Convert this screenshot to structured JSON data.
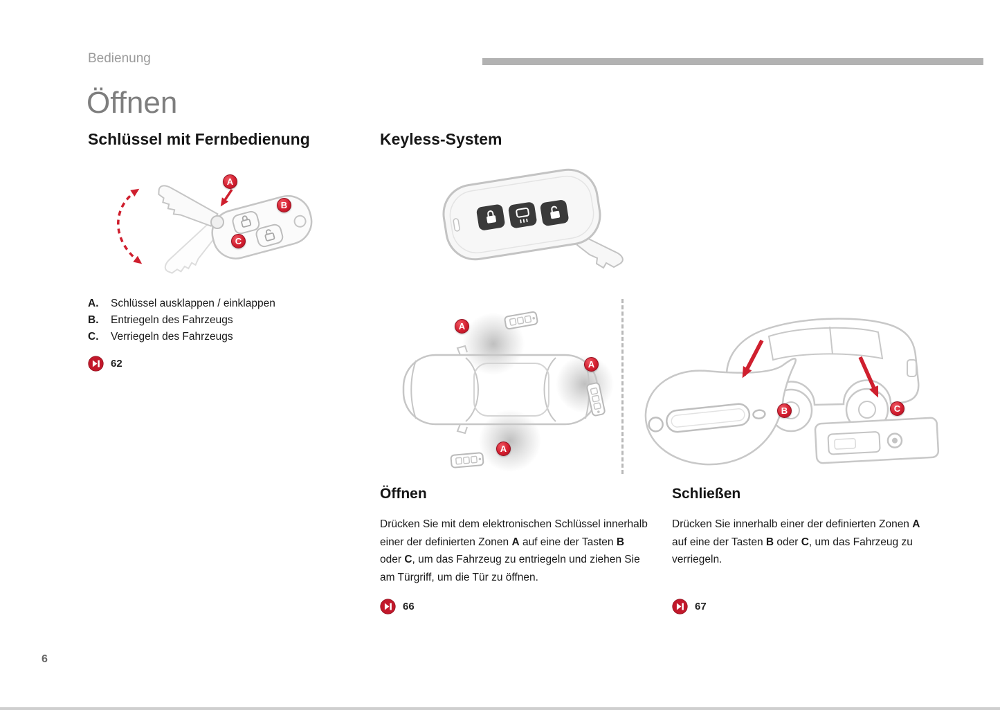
{
  "page": {
    "header": "Bedienung",
    "title": "Öffnen",
    "number": "6"
  },
  "left": {
    "heading": "Schlüssel mit Fernbedienung",
    "items": [
      {
        "letter": "A.",
        "text": "Schlüssel ausklappen / einklappen"
      },
      {
        "letter": "B.",
        "text": "Entriegeln des Fahrzeugs"
      },
      {
        "letter": "C.",
        "text": "Verriegeln des Fahrzeugs"
      }
    ],
    "page_ref": "62"
  },
  "right": {
    "heading": "Keyless-System",
    "open": {
      "heading": "Öffnen",
      "segments": [
        {
          "text": "Drücken Sie mit dem elektronischen Schlüssel innerhalb einer der definierten Zonen ",
          "bold": false
        },
        {
          "text": "A",
          "bold": true
        },
        {
          "text": " auf eine der Tasten ",
          "bold": false
        },
        {
          "text": "B",
          "bold": true
        },
        {
          "text": " oder ",
          "bold": false
        },
        {
          "text": "C",
          "bold": true
        },
        {
          "text": ", um das Fahrzeug zu entriegeln und ziehen Sie am Türgriff, um die Tür zu öffnen.",
          "bold": false
        }
      ],
      "page_ref": "66"
    },
    "close": {
      "heading": "Schließen",
      "segments": [
        {
          "text": "Drücken Sie innerhalb einer der definierten Zonen ",
          "bold": false
        },
        {
          "text": "A",
          "bold": true
        },
        {
          "text": " auf eine der Tasten ",
          "bold": false
        },
        {
          "text": "B",
          "bold": true
        },
        {
          "text": " oder ",
          "bold": false
        },
        {
          "text": "C",
          "bold": true
        },
        {
          "text": ", um das Fahrzeug zu verriegeln.",
          "bold": false
        }
      ],
      "page_ref": "67"
    }
  },
  "markers": {
    "key": [
      "A",
      "B",
      "C"
    ],
    "zones": [
      "A",
      "A",
      "A"
    ],
    "rear": [
      "B",
      "C"
    ]
  },
  "icons": {
    "page_ref": "skip-forward-icon"
  },
  "colors": {
    "accent_red": "#cf1f2e",
    "title_gray": "#7e7e7e",
    "bar_gray": "#b2b2b2",
    "line_gray": "#c6c6c6"
  }
}
